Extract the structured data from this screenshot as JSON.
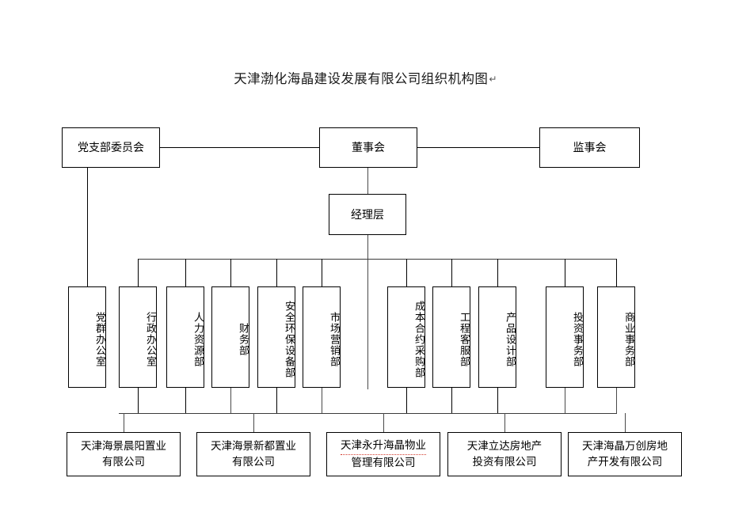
{
  "page": {
    "title": "天津渤化海晶建设发展有限公司组织机构图",
    "title_mark": "↵",
    "background_color": "#ffffff",
    "line_color": "#000000",
    "text_color": "#000000"
  },
  "chart_data": {
    "type": "diagram",
    "diagram_kind": "organizational-chart",
    "title": "天津渤化海晶建设发展有限公司组织机构图",
    "tiers": [
      {
        "name": "governance",
        "nodes": [
          "党支部委员会",
          "董事会",
          "监事会"
        ]
      },
      {
        "name": "management",
        "nodes": [
          "经理层"
        ]
      },
      {
        "name": "party-office",
        "nodes": [
          "党群办公室"
        ]
      },
      {
        "name": "departments",
        "nodes": [
          "行政办公室",
          "人力资源部",
          "财务部",
          "安全环保设备部",
          "市场营销部",
          "成本合约采购部",
          "工程客服部",
          "产品设计部",
          "投资事务部",
          "商业事务部"
        ]
      },
      {
        "name": "subsidiaries",
        "nodes": [
          "天津海景晨阳置业有限公司",
          "天津海景新都置业有限公司",
          "天津永升海晶物业管理有限公司",
          "天津立达房地产投资有限公司",
          "天津海晶万创房地产开发有限公司"
        ]
      }
    ],
    "edges": [
      {
        "from": "党支部委员会",
        "to": "董事会"
      },
      {
        "from": "董事会",
        "to": "监事会"
      },
      {
        "from": "董事会",
        "to": "经理层"
      },
      {
        "from": "党支部委员会",
        "to": "党群办公室"
      },
      {
        "from": "经理层",
        "to": "行政办公室"
      },
      {
        "from": "经理层",
        "to": "人力资源部"
      },
      {
        "from": "经理层",
        "to": "财务部"
      },
      {
        "from": "经理层",
        "to": "安全环保设备部"
      },
      {
        "from": "经理层",
        "to": "市场营销部"
      },
      {
        "from": "经理层",
        "to": "成本合约采购部"
      },
      {
        "from": "经理层",
        "to": "工程客服部"
      },
      {
        "from": "经理层",
        "to": "产品设计部"
      },
      {
        "from": "经理层",
        "to": "投资事务部"
      },
      {
        "from": "经理层",
        "to": "商业事务部"
      },
      {
        "from": "departments-bus",
        "to": "天津海景晨阳置业有限公司"
      },
      {
        "from": "departments-bus",
        "to": "天津海景新都置业有限公司"
      },
      {
        "from": "departments-bus",
        "to": "天津永升海晶物业管理有限公司"
      },
      {
        "from": "departments-bus",
        "to": "天津立达房地产投资有限公司"
      },
      {
        "from": "departments-bus",
        "to": "天津海晶万创房地产开发有限公司"
      }
    ]
  },
  "governance": {
    "party_committee": "党支部委员会",
    "board_of_directors": "董事会",
    "board_of_supervisors": "监事会"
  },
  "management": {
    "manager_layer": "经理层"
  },
  "party_office": {
    "label": "党群办公室"
  },
  "departments": [
    {
      "label": "行政办公室"
    },
    {
      "label": "人力资源部"
    },
    {
      "label": "财务部"
    },
    {
      "label": "安全环保设备部"
    },
    {
      "label": "市场营销部"
    },
    {
      "label": "成本合约采购部"
    },
    {
      "label": "工程客服部"
    },
    {
      "label": "产品设计部"
    },
    {
      "label": "投资事务部"
    },
    {
      "label": "商业事务部"
    }
  ],
  "subsidiaries": [
    {
      "line1": "天津海景晨阳置业",
      "line2": "有限公司"
    },
    {
      "line1": "天津海景新都置业",
      "line2": "有限公司"
    },
    {
      "line1": "天津永升海晶物业",
      "line2": "管理有限公司"
    },
    {
      "line1": "天津立达房地产",
      "line2": "投资有限公司"
    },
    {
      "line1": "天津海晶万创房地",
      "line2": "产开发有限公司"
    }
  ]
}
